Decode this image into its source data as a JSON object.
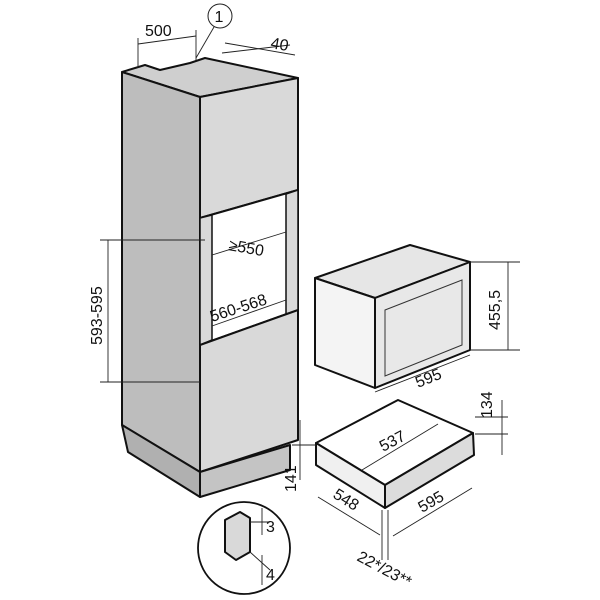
{
  "diagram": {
    "callout_number": "1",
    "dimensions": {
      "niche_depth_top": "500",
      "vent_gap": "40",
      "niche_min_depth": "≥550",
      "niche_width": "560-568",
      "niche_height": "593-595",
      "appliance_height": "455,5",
      "appliance_width": "595",
      "drawer_height": "134",
      "drawer_inner_width": "537",
      "drawer_niche_height": "141",
      "drawer_depth": "548",
      "drawer_width": "595",
      "front_thickness": "22*/23**",
      "detail_gap_top": "3",
      "detail_gap_bottom": "4"
    },
    "colors": {
      "panel": "#d6d6d6",
      "panel_dark": "#bdbdbd",
      "outline": "#111111"
    }
  }
}
